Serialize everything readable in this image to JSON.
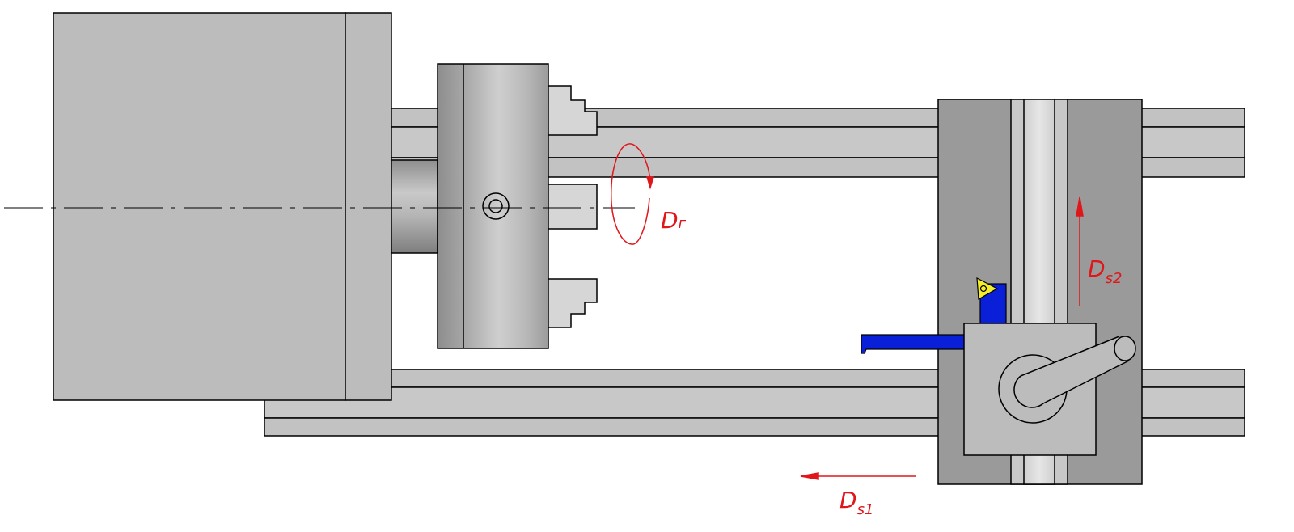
{
  "diagram": {
    "labels": {
      "main_rotation": {
        "main": "D",
        "sub": "г"
      },
      "feed_vertical": {
        "main": "D",
        "sub": "s2"
      },
      "feed_horizontal": {
        "main": "D",
        "sub": "s1"
      }
    },
    "colors": {
      "body_gray": "#bcbcbc",
      "dark_gray": "#9a9a9a",
      "mid_gray": "#b0b0b0",
      "light_gray": "#d8d8d8",
      "outline": "#000000",
      "annotation_red": "#e0161a",
      "tool_blue": "#0a1fd8",
      "insert_yellow": "#f4ee2a"
    }
  }
}
